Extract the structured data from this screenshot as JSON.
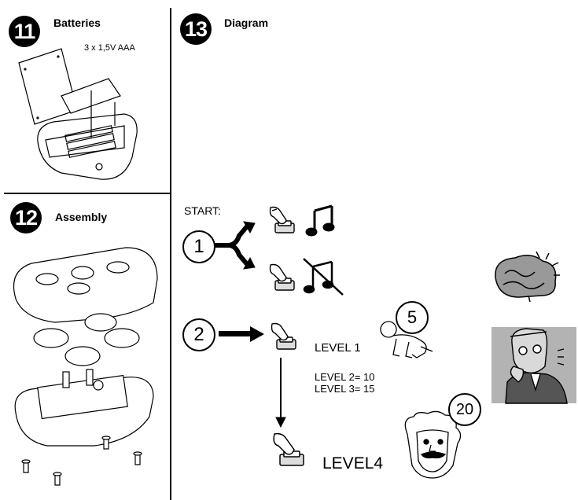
{
  "sections": {
    "batteries": {
      "number": "11",
      "title": "Batteries",
      "spec": "3 x 1,5V AAA"
    },
    "assembly": {
      "number": "12",
      "title": "Assembly"
    },
    "diagram": {
      "number": "13",
      "title": "Diagram"
    }
  },
  "diagram": {
    "start_label": "START:",
    "step1_number": "1",
    "step2_number": "2",
    "level1_label": "LEVEL 1",
    "level1_count": "5",
    "level2_label": "LEVEL 2= 10",
    "level3_label": "LEVEL 3= 15",
    "level4_label": "LEVEL4",
    "level4_count": "20"
  },
  "icons": {
    "sound_on": "music-note-icon",
    "sound_off": "muted-music-note-icon",
    "press": "finger-press-button-icon",
    "brain": "brain-icon",
    "thinker": "thinking-man-icon",
    "baby": "crawling-baby-icon",
    "genius": "genius-face-icon"
  }
}
